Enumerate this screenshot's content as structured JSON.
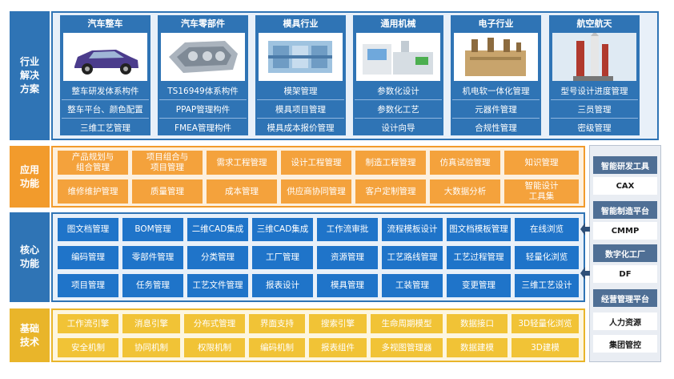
{
  "labels": {
    "industry": "行业\n解决\n方案",
    "application": "应用\n功能",
    "core": "核心\n功能",
    "basic": "基础\n技术"
  },
  "colors": {
    "industry": "#2f74b5",
    "application": "#f29b2c",
    "core": "#2f74b5",
    "basic": "#e9b52a"
  },
  "industries": [
    {
      "title": "汽车整车",
      "image": "car-illustration",
      "items": [
        "整车研发体系构件",
        "整车平台、颜色配置",
        "三维工艺管理"
      ]
    },
    {
      "title": "汽车零部件",
      "image": "engine-part-illustration",
      "items": [
        "TS16949体系构件",
        "PPAP管理构件",
        "FMEA管理构件"
      ]
    },
    {
      "title": "模具行业",
      "image": "mold-illustration",
      "items": [
        "模架管理",
        "模具项目管理",
        "模具成本报价管理"
      ]
    },
    {
      "title": "通用机械",
      "image": "machine-illustration",
      "items": [
        "参数化设计",
        "参数化工艺",
        "设计向导"
      ]
    },
    {
      "title": "电子行业",
      "image": "electronics-illustration",
      "items": [
        "机电软一体化管理",
        "元器件管理",
        "合规性管理"
      ]
    },
    {
      "title": "航空航天",
      "image": "rocket-illustration",
      "items": [
        "型号设计进度管理",
        "三员管理",
        "密级管理"
      ]
    }
  ],
  "application_rows": [
    [
      "产品规划与\n组合管理",
      "项目组合与\n项目管理",
      "需求工程管理",
      "设计工程管理",
      "制造工程管理",
      "仿真试验管理",
      "知识管理"
    ],
    [
      "维修维护管理",
      "质量管理",
      "成本管理",
      "供应商协同管理",
      "客户定制管理",
      "大数据分析",
      "智能设计\n工具集"
    ]
  ],
  "core_rows": [
    [
      "图文档管理",
      "BOM管理",
      "二维CAD集成",
      "三维CAD集成",
      "工作流审批",
      "流程模板设计",
      "图文档模板管理",
      "在线浏览"
    ],
    [
      "编码管理",
      "零部件管理",
      "分类管理",
      "工厂管理",
      "资源管理",
      "工艺路线管理",
      "工艺过程管理",
      "轻量化浏览"
    ],
    [
      "项目管理",
      "任务管理",
      "工艺文件管理",
      "报表设计",
      "模具管理",
      "工装管理",
      "变更管理",
      "三维工艺设计"
    ]
  ],
  "basic_rows": [
    [
      "工作流引擎",
      "消息引擎",
      "分布式管理",
      "界面支持",
      "搜索引擎",
      "生命周期模型",
      "数据接口",
      "3D轻量化浏览"
    ],
    [
      "安全机制",
      "协同机制",
      "权限机制",
      "编码机制",
      "报表组件",
      "多视图管理器",
      "数据建模",
      "3D建模"
    ]
  ],
  "side_panel": [
    {
      "head": "智能研发工具",
      "value": "CAX"
    },
    {
      "head": "智能制造平台",
      "value": "CMMP"
    },
    {
      "head": "数字化工厂",
      "value": "DF"
    },
    {
      "head": "经营管理平台",
      "value": "人力资源"
    },
    {
      "value": "集团管控"
    }
  ]
}
